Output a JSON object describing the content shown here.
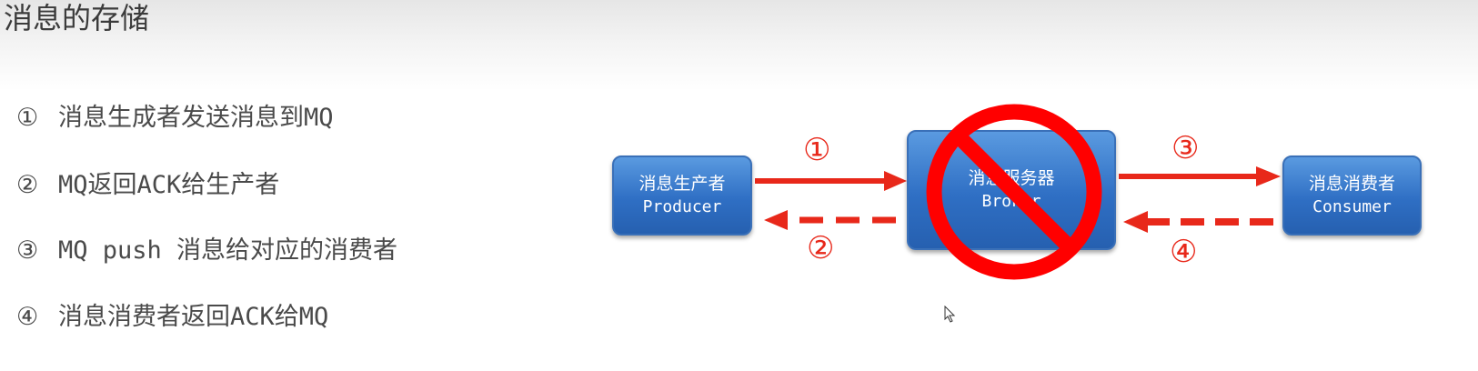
{
  "slide": {
    "title": "消息的存储",
    "steps": [
      {
        "num": "①",
        "text": "消息生成者发送消息到MQ"
      },
      {
        "num": "②",
        "text": "MQ返回ACK给生产者"
      },
      {
        "num": "③",
        "text": "MQ push 消息给对应的消费者"
      },
      {
        "num": "④",
        "text": "消息消费者返回ACK给MQ"
      }
    ]
  },
  "diagram": {
    "producer": {
      "zh": "消息生产者",
      "en": "Producer"
    },
    "broker": {
      "zh": "消息服务器",
      "en": "Broker"
    },
    "consumer": {
      "zh": "消息消费者",
      "en": "Consumer"
    },
    "arrow_labels": {
      "a1": "①",
      "a2": "②",
      "a3": "③",
      "a4": "④"
    },
    "prohibition_icon": "no-entry-symbol",
    "colors": {
      "box": "#2f6fc4",
      "arrow": "#e8281a",
      "prohibit": "#ff0000"
    }
  },
  "cursor_icon": "mouse-pointer-icon"
}
